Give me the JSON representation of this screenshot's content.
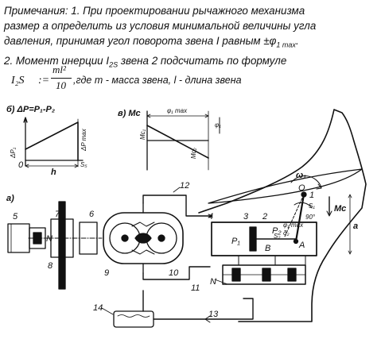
{
  "notes": {
    "line1": "Примечания:    1. При проектировании рычажного механизма",
    "line2": "размер a определить из условия минимальной величины угла",
    "line3": "давления, принимая угол поворота  звена I равным ±φ",
    "line3_sub": "1 max",
    "line3_end": ".",
    "line4": "2. Момент инерции I",
    "line4_sub": "2S",
    "line4_end": " звена 2 подсчитать по формуле"
  },
  "formula": {
    "lhs": "I₂S",
    "eq": ":=",
    "num": "ml²",
    "den": "10",
    "explanation": ",где m - масса звена, l - длина звена"
  },
  "diagram_b": {
    "title": "б)  ΔP=P₁-P₂",
    "y_label": "ΔP₁",
    "y_label_right": "ΔP max",
    "origin": "0",
    "x_label": "h",
    "x_end": "S₅"
  },
  "diagram_v": {
    "title": "в)  Mс",
    "span_label": "φ₁ max",
    "y_label_left": "Mс₁",
    "y_label_right": "Mс₂",
    "phi_label": "φ₁"
  },
  "scheme": {
    "label_a": "а)",
    "part_numbers": [
      "5",
      "6",
      "7",
      "8",
      "9",
      "10",
      "11",
      "12",
      "13",
      "14",
      "4",
      "3",
      "2",
      "1"
    ],
    "labels": {
      "N": "N",
      "P1": "P₁",
      "P2": "P₂",
      "B": "B",
      "A": "A",
      "O": "O",
      "S1": "S₁",
      "S2": "S₂",
      "omega": "ω₁",
      "angle90": "90°",
      "phi_max": "φ₁ max",
      "delta": "δ₂",
      "Mc": "Mс",
      "a": "a",
      "N_bottom": "N"
    }
  },
  "colors": {
    "ink": "#111111",
    "bg": "#ffffff"
  }
}
